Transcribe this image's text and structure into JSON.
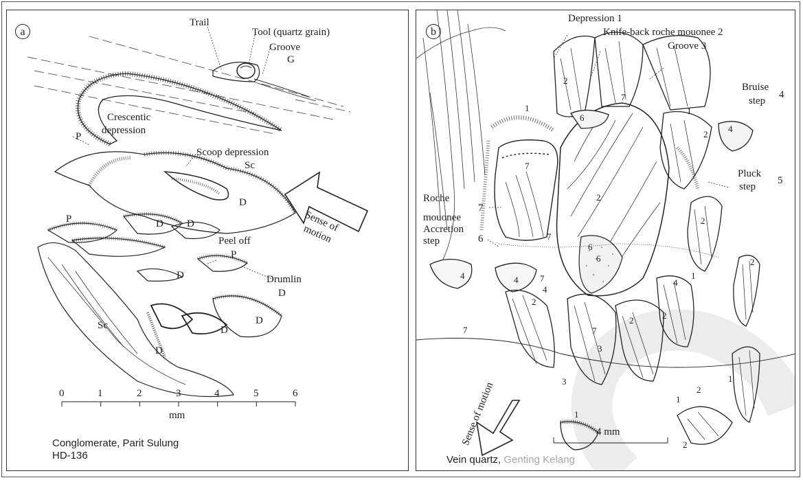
{
  "panel_a": {
    "panel_label": "a",
    "labels": {
      "trail": "Trail",
      "tool": "Tool (quartz grain)",
      "groove": "Groove",
      "groove_code": "G",
      "crescentic_1": "Crescentic",
      "crescentic_2": "depression",
      "p_upper": "P",
      "scoop": "Scoop depression",
      "scoop_code": "Sc",
      "d_main": "D",
      "p_mid": "P",
      "d_left": "D",
      "d_right": "D",
      "peel_off": "Peel off",
      "peel_code": "P",
      "d_small": "D",
      "drumlin": "Drumlin",
      "drumlin_code": "D",
      "sc_lower": "Sc",
      "d_cluster_1": "D",
      "d_cluster_2": "D",
      "d_bottom": "D"
    },
    "arrow_label_1": "Sense of",
    "arrow_label_2": "motion",
    "scale": {
      "ticks": [
        "0",
        "1",
        "2",
        "3",
        "4",
        "5",
        "6"
      ],
      "unit": "mm"
    },
    "caption_line1": "Conglomerate, Parit Sulung",
    "caption_line2": "HD-136"
  },
  "panel_b": {
    "panel_label": "b",
    "labels": {
      "depression": "Depression 1",
      "knife_back": "Knife-back roche mouonee 2",
      "groove": "Groove 3",
      "bruise_1": "Bruise",
      "bruise_2": "step",
      "bruise_num": "4",
      "pluck_1": "Pluck",
      "pluck_2": "step",
      "pluck_num": "5",
      "roche_1": "Roche",
      "roche_2": "mouonee",
      "accretion_1": "Accretion",
      "accretion_2": "step"
    },
    "numbers": [
      "2",
      "7",
      "6",
      "1",
      "1",
      "2",
      "4",
      "7",
      "2",
      "2",
      "7",
      "6",
      "6",
      "4",
      "4",
      "7",
      "2",
      "4",
      "2",
      "1",
      "2",
      "7",
      "2",
      "7",
      "3",
      "3",
      "1",
      "1",
      "1",
      "2",
      "2",
      "4"
    ],
    "left_codes": [
      "7",
      "6"
    ],
    "arrow_label": "Sense of motion",
    "scale_label": "4 mm",
    "caption_main": "Vein quartz, ",
    "caption_gray": "Genting Kelang"
  }
}
